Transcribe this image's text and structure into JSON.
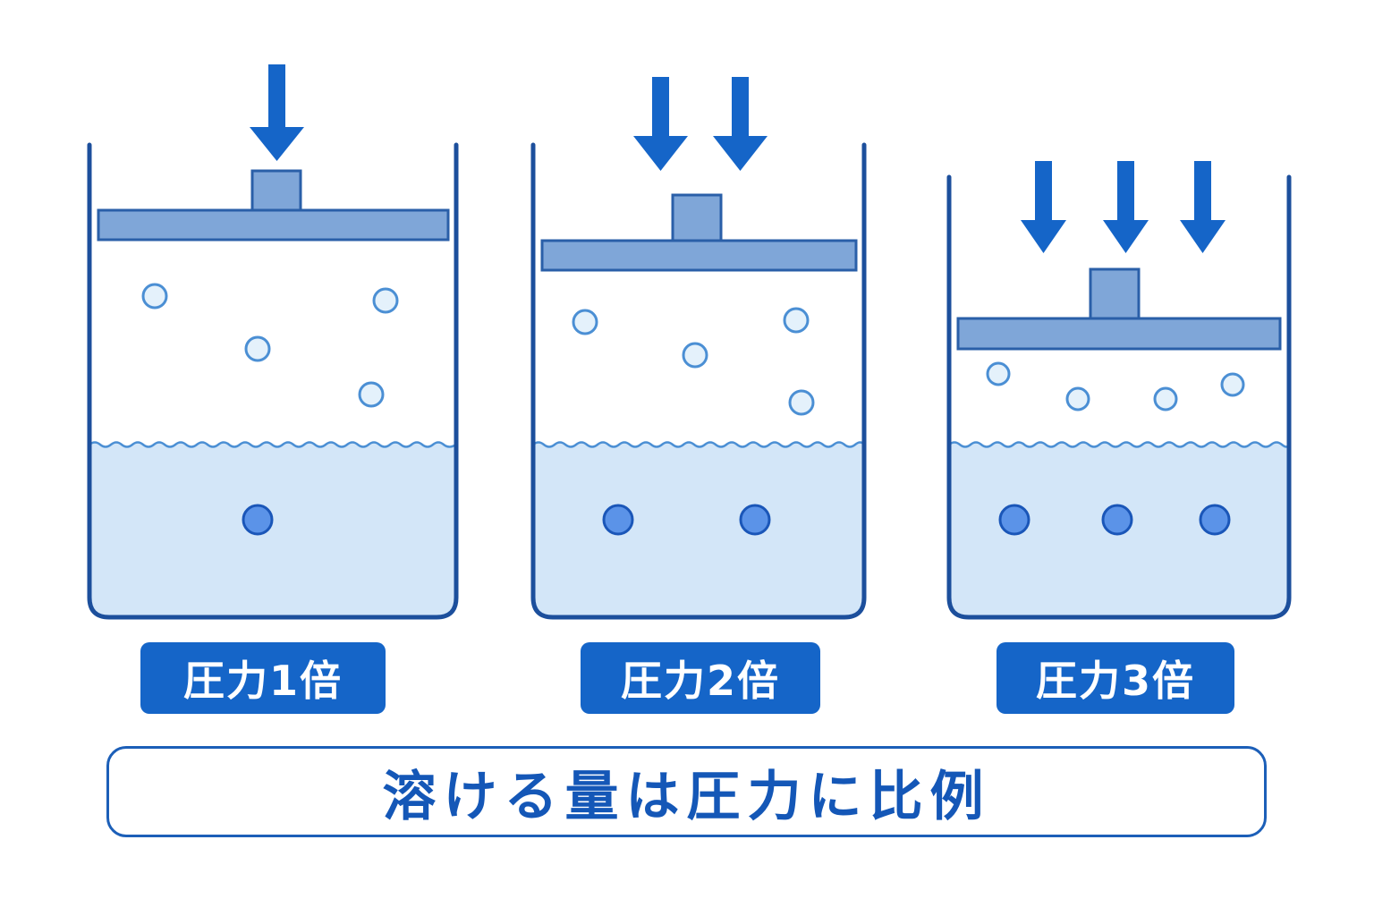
{
  "diagram": {
    "conclusion_text": "溶ける量は圧力に比例",
    "panels": [
      {
        "label": "圧力1倍",
        "pressure_multiple": 1,
        "arrow_count": 1,
        "gas_bubbles": 4,
        "dissolved_bubbles": 1
      },
      {
        "label": "圧力2倍",
        "pressure_multiple": 2,
        "arrow_count": 2,
        "gas_bubbles": 4,
        "dissolved_bubbles": 2
      },
      {
        "label": "圧力3倍",
        "pressure_multiple": 3,
        "arrow_count": 3,
        "gas_bubbles": 4,
        "dissolved_bubbles": 3
      }
    ],
    "colors": {
      "container_outline": "#1c4f9c",
      "piston_fill": "#7fa6d8",
      "piston_stroke": "#2a5fa8",
      "arrow": "#1565c8",
      "liquid": "#d3e6f8",
      "gas_bubble_fill": "#e4f1fb",
      "gas_bubble_stroke": "#4b8fd4",
      "dissolved_bubble_fill": "#5b93e8",
      "dissolved_bubble_stroke": "#1a56b8",
      "label_bg": "#1565c8",
      "label_text": "#ffffff",
      "conclusion_text": "#1457b7"
    }
  }
}
